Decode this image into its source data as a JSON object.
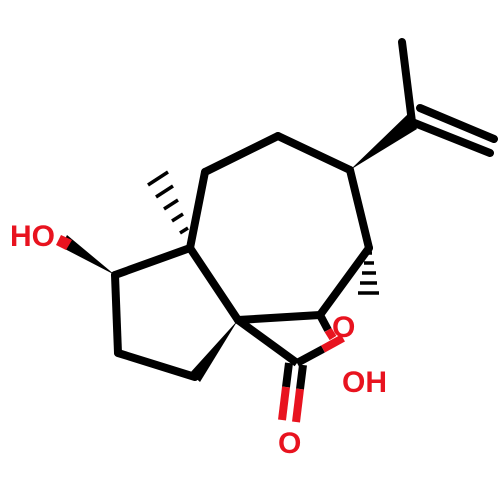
{
  "molecule": {
    "atom_labels": {
      "hydroxyl_left": "HO",
      "ring_oxygen": "O",
      "hydroxyl_acid": "OH",
      "carbonyl_oxygen": "O"
    },
    "colors": {
      "bond": "#000000",
      "heteroatom": "#e8131f",
      "background": "#ffffff"
    }
  }
}
